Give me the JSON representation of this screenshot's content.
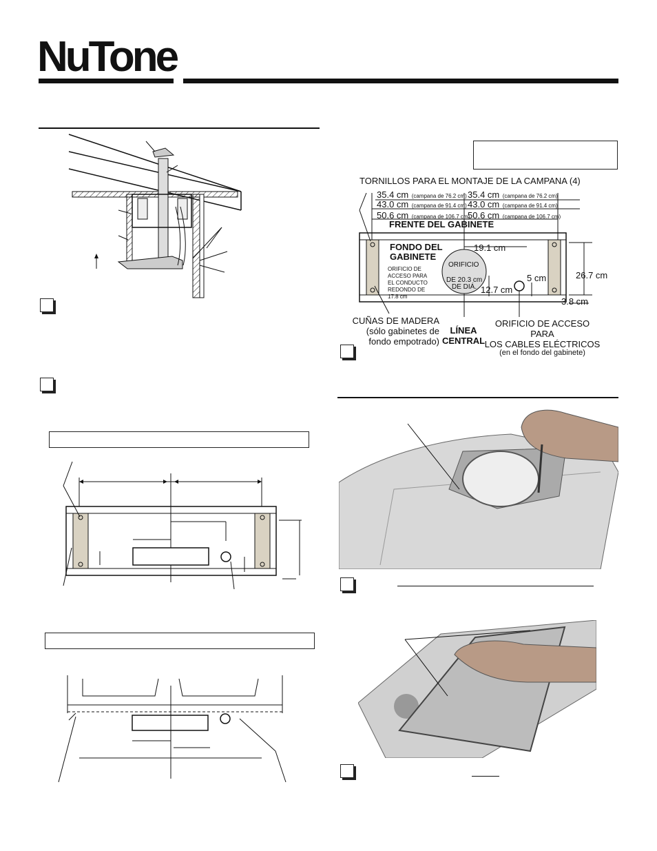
{
  "brand": {
    "logo_text": "NuTone"
  },
  "right_diagram": {
    "screws_label": "TORNILLOS PARA EL MONTAJE DE LA CAMPANA (4)",
    "dims": [
      {
        "left_value": "35.4 cm",
        "left_note": "(campana de 76.2 cm)",
        "right_value": "35.4 cm",
        "right_note": "(campana de 76.2 cm)"
      },
      {
        "left_value": "43.0 cm",
        "left_note": "(campana de 91.4 cm)",
        "right_value": "43.0 cm",
        "right_note": "(campana de 91.4 cm)"
      },
      {
        "left_value": "50.6 cm",
        "left_note": "(campana de 106.7 cm)",
        "right_value": "50.6 cm",
        "right_note": "(campana de 106.7 cm)"
      }
    ],
    "frente": "FRENTE DEL GABINETE",
    "fondo_line1": "FONDO DEL",
    "fondo_line2": "GABINETE",
    "access_note_lines": [
      "ORIFICIO DE",
      "ACCESO PARA",
      "EL CONDUCTO",
      "REDONDO DE",
      "17.8 cm"
    ],
    "orificio_line1": "ORIFICIO",
    "orificio_line2": "DE 20.3 cm",
    "orificio_line3": "DE DIÁ.",
    "dim_19": "19.1 cm",
    "dim_12": "12.7 cm",
    "dim_5": "5 cm",
    "dim_26": "26.7 cm",
    "dim_3": "3.8 cm",
    "wedges_lines": [
      "CUÑAS DE MADERA",
      "(sólo gabinetes de",
      "fondo empotrado)"
    ],
    "centerline_lines": [
      "LÍNEA",
      "CENTRAL"
    ],
    "cable_lines": [
      "ORIFICIO DE ACCESO PARA",
      "LOS CABLES ELÉCTRICOS",
      "(en el fondo del gabinete)"
    ]
  },
  "colors": {
    "ink": "#111111",
    "wood": "#d9d2c2",
    "hood": "#dcdcdc"
  }
}
